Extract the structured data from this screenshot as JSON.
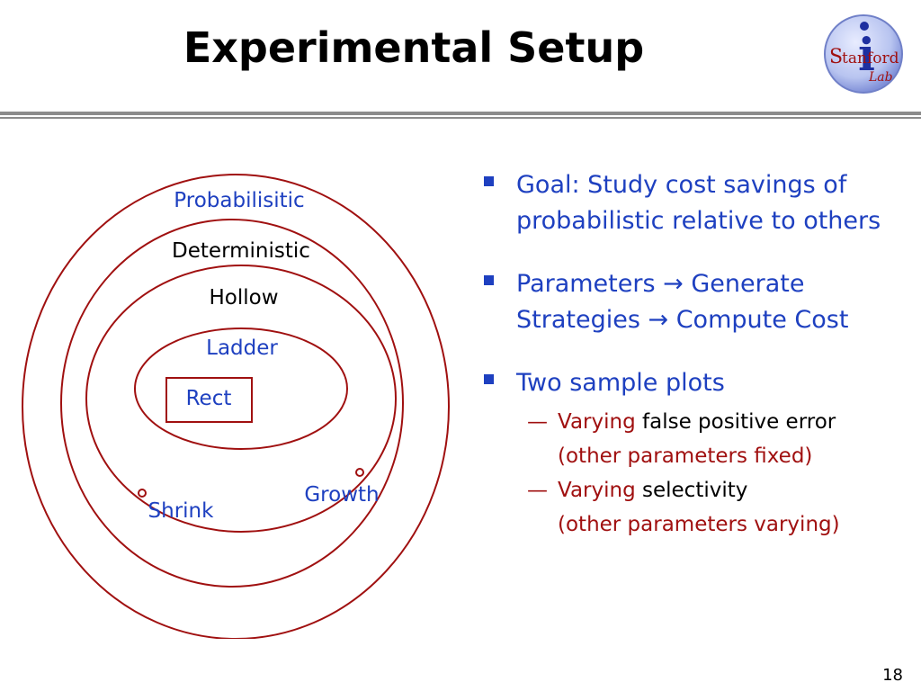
{
  "slide": {
    "title": "Experimental Setup",
    "page_number": "18"
  },
  "logo": {
    "text_s": "S",
    "text_tanford": "tanford",
    "text_lab": "Lab",
    "letter_i": "i"
  },
  "diagram": {
    "labels": {
      "probabilistic": "Probabilisitic",
      "deterministic": "Deterministic",
      "hollow": "Hollow",
      "ladder": "Ladder",
      "rect": "Rect",
      "growth": "Growth",
      "shrink": "Shrink"
    }
  },
  "bullets": {
    "goal": "Goal: Study cost savings of probabilistic relative to others",
    "params_1": "Parameters",
    "params_2": "Generate Strategies",
    "params_3": "Compute Cost",
    "arrow": "→",
    "plots": "Two sample plots",
    "sub1_varying": "Varying",
    "sub1_rest": " false positive error",
    "sub1_paren": "(other parameters fixed)",
    "sub2_varying": "Varying",
    "sub2_rest": " selectivity",
    "sub2_paren": "(other parameters varying)",
    "dash": "—"
  },
  "colors": {
    "ring": "#a01010",
    "blue_text": "#1e40c0",
    "red_text": "#a01010"
  }
}
